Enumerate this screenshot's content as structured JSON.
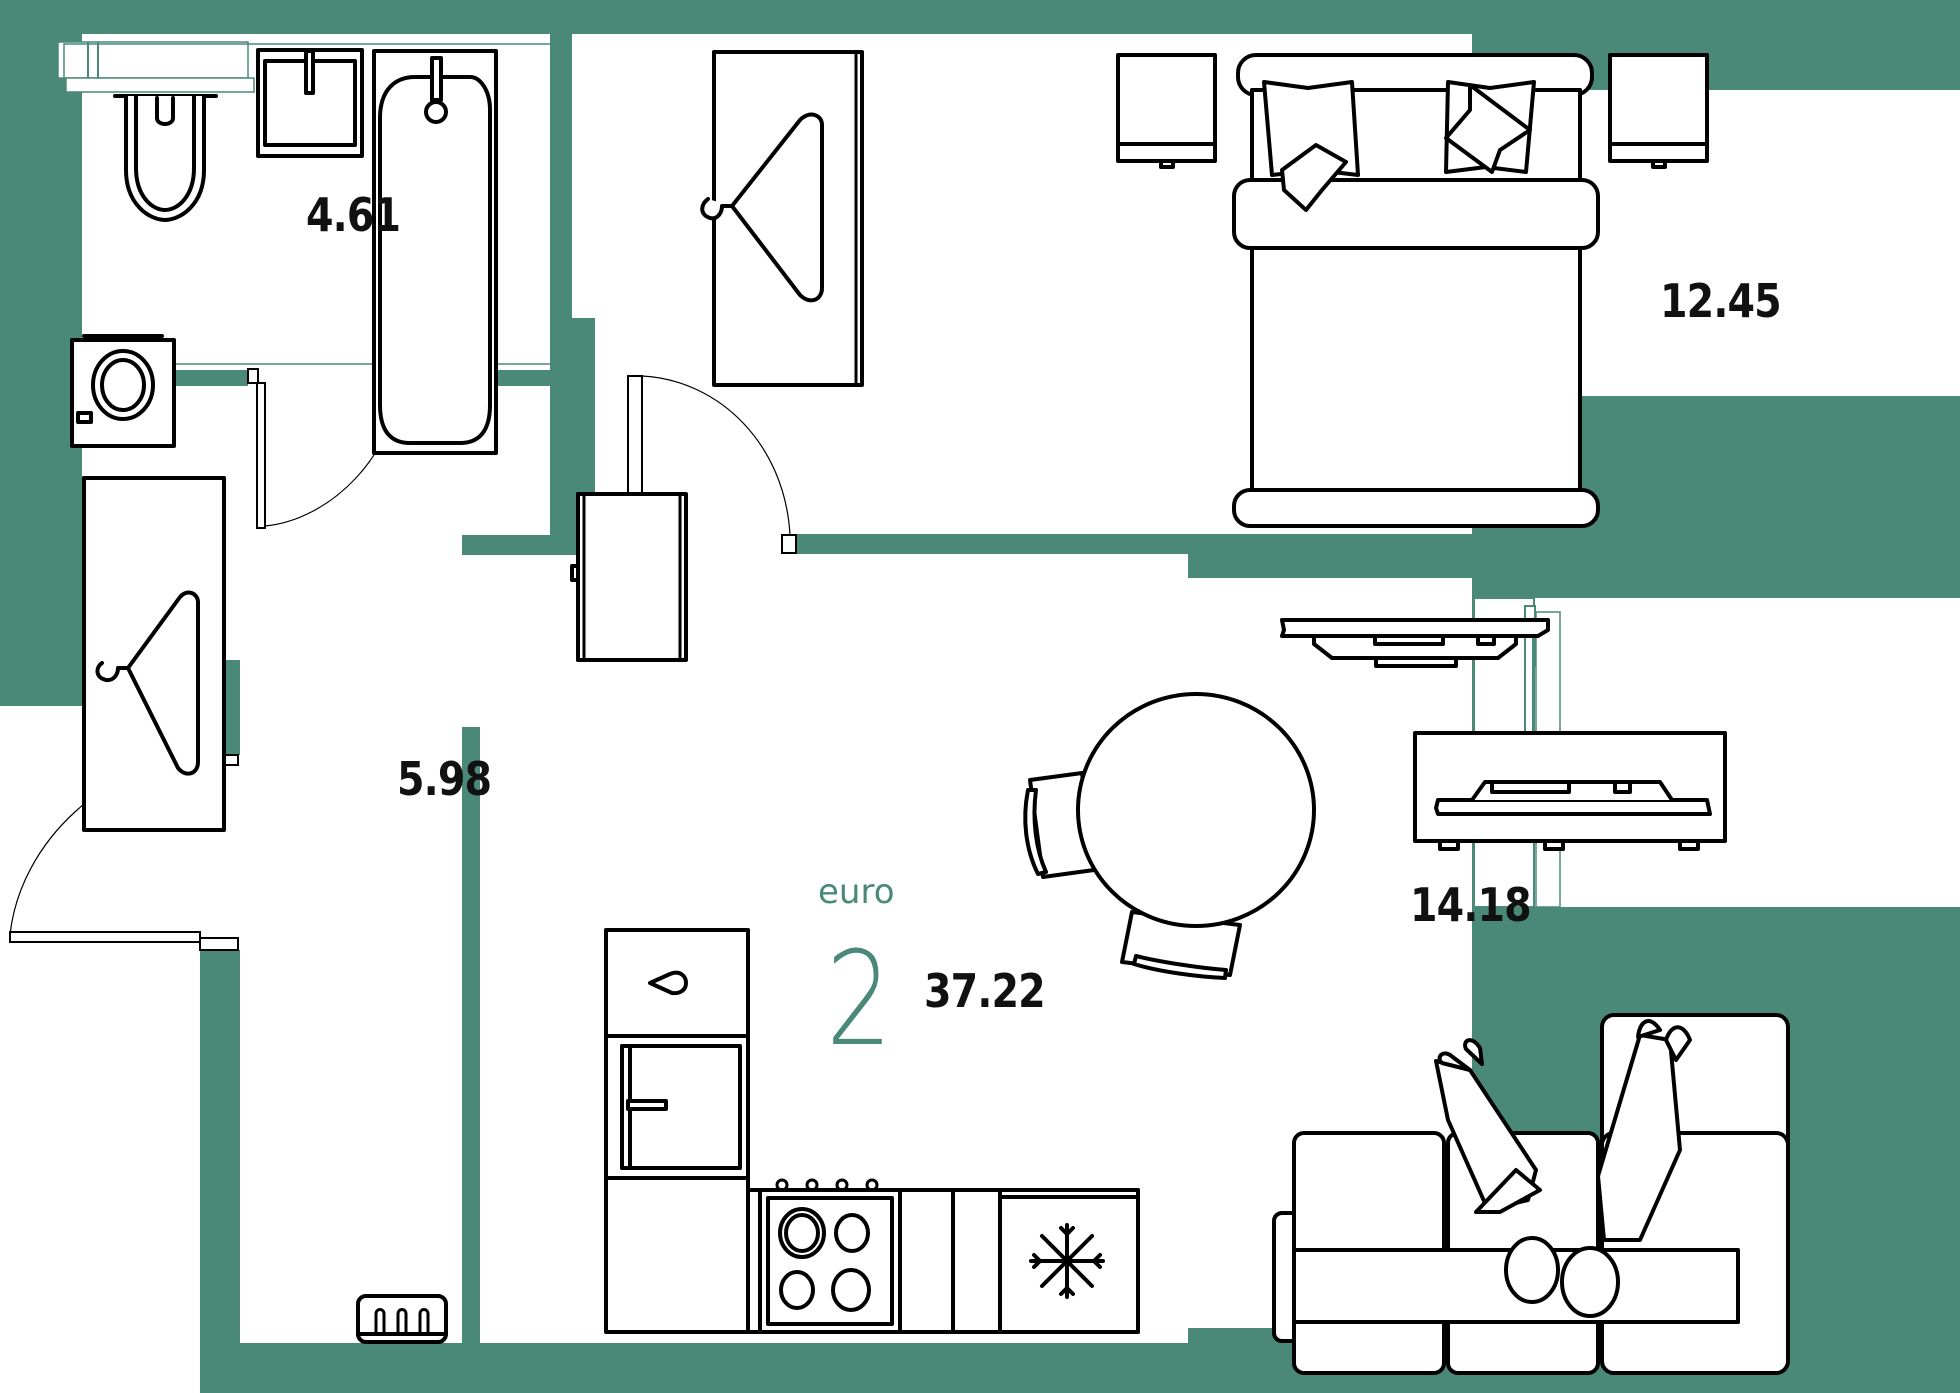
{
  "plan": {
    "type": "apartment floor plan",
    "wall_color": "#4a8878",
    "accent_color": "#4a8878",
    "text_color": "#111111"
  },
  "summary": {
    "layout_label": "euro",
    "rooms_count": "2",
    "total_area": "37.22"
  },
  "rooms": [
    {
      "id": "bathroom",
      "area": "4.61"
    },
    {
      "id": "bedroom",
      "area": "12.45"
    },
    {
      "id": "hallway",
      "area": "5.98"
    },
    {
      "id": "kitchen-living",
      "area": "14.18"
    }
  ],
  "furniture": {
    "bathroom": [
      "toilet-icon",
      "sink-icon",
      "bathtub-icon",
      "washing-machine-icon"
    ],
    "bedroom": [
      "wardrobe-icon",
      "nightstand-icon",
      "double-bed-icon",
      "nightstand-icon",
      "tv-stand-icon"
    ],
    "hallway": [
      "wardrobe-icon",
      "cabinet-icon",
      "shoe-rack-icon"
    ],
    "kitchen-living": [
      "sink-icon",
      "oven-icon",
      "stove-icon",
      "fridge-snowflake-icon",
      "dining-table-icon",
      "chair-icon",
      "chair-icon",
      "tv-stand-icon",
      "sofa-icon",
      "people-icon"
    ]
  }
}
